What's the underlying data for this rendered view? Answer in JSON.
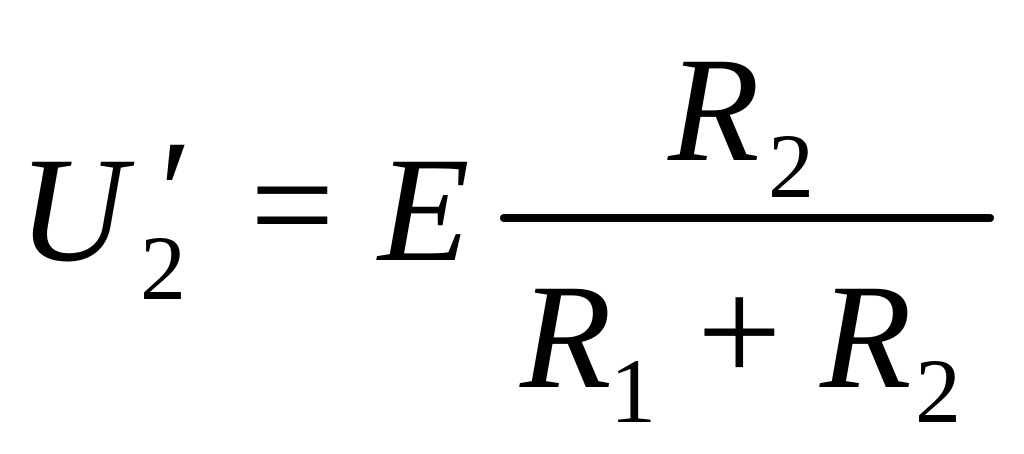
{
  "formula": {
    "lhs": {
      "symbol": "U",
      "prime": "′",
      "subscript": "2"
    },
    "equals": "=",
    "coefficient": "E",
    "numerator": {
      "symbol": "R",
      "subscript": "2"
    },
    "denominator": {
      "term1": {
        "symbol": "R",
        "subscript": "1"
      },
      "plus": "+",
      "term2": {
        "symbol": "R",
        "subscript": "2"
      }
    }
  }
}
